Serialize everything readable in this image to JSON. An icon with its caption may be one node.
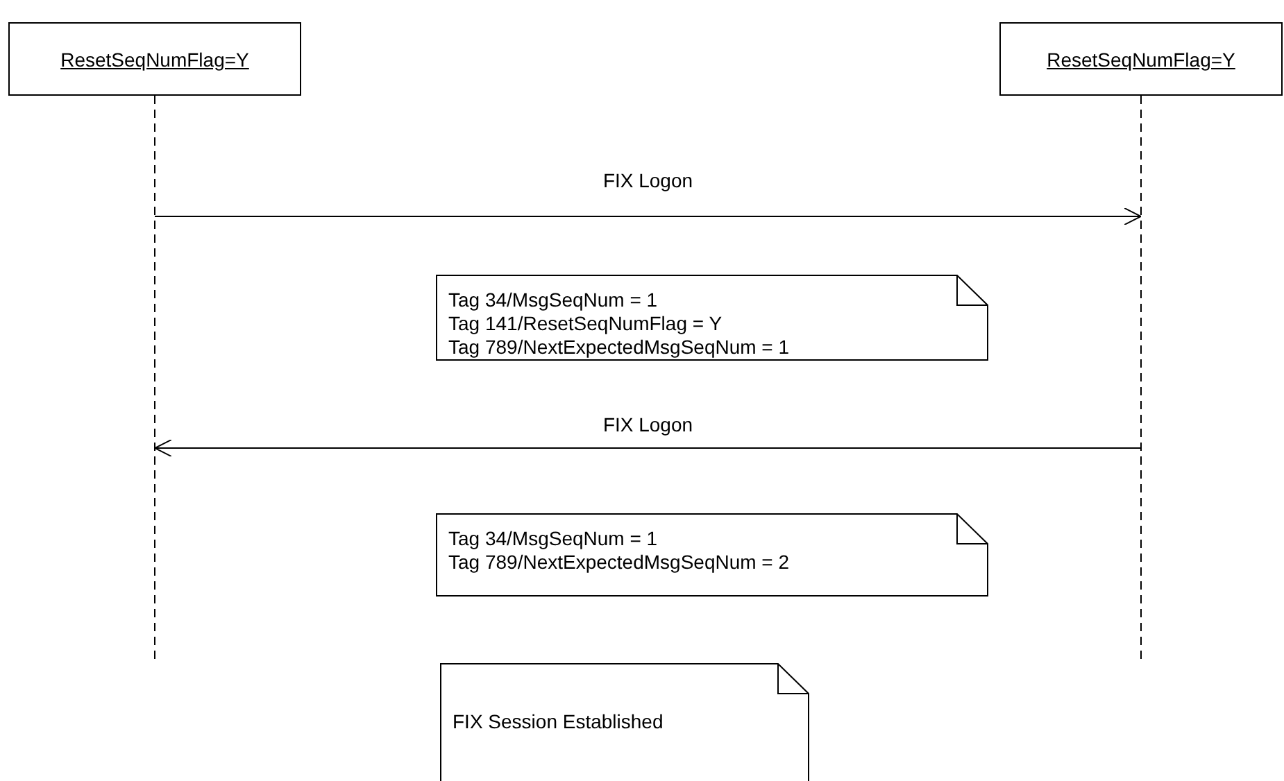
{
  "diagram": {
    "nodes": [
      {
        "text": [
          "ResetSeqNumFlag=Y"
        ]
      },
      {
        "text": [
          "ResetSeqNumFlag=Y"
        ]
      },
      {
        "text": [
          "Tag 34/MsgSeqNum = 1",
          "Tag 141/ResetSeqNumFlag = Y",
          "Tag 789/NextExpectedMsgSeqNum = 1"
        ]
      },
      {
        "text": [
          "Tag 34/MsgSeqNum = 1",
          "Tag 789/NextExpectedMsgSeqNum = 2"
        ]
      },
      {
        "text": [
          "FIX Session Established"
        ]
      }
    ],
    "edges": [
      {
        "from": 0,
        "to": 1,
        "arrow": "to",
        "label": "FIX Logon"
      },
      {
        "from": 1,
        "to": 0,
        "arrow": "to",
        "label": "FIX Logon"
      }
    ]
  }
}
